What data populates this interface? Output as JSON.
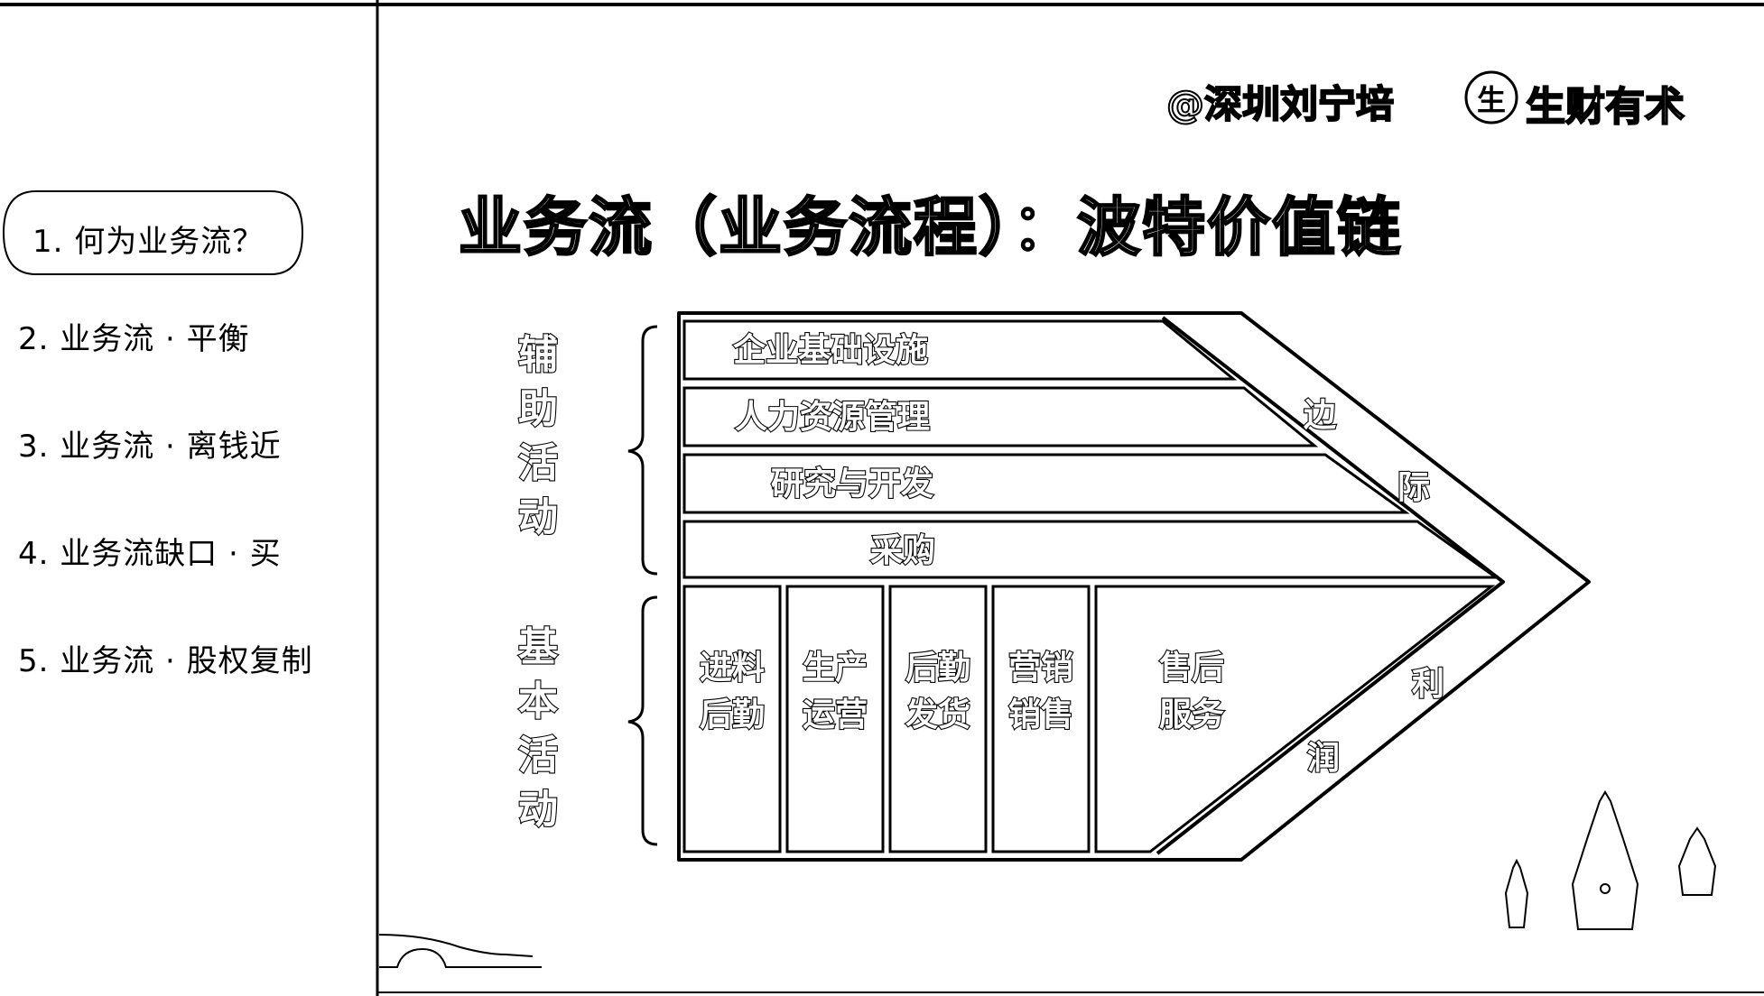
{
  "sidebar": {
    "items": [
      {
        "label": "1. 何为业务流？",
        "active": true
      },
      {
        "label": "2. 业务流 · 平衡"
      },
      {
        "label": "3. 业务流 · 离钱近"
      },
      {
        "label": "4. 业务流缺口 · 买"
      },
      {
        "label": "5. 业务流 · 股权复制"
      }
    ]
  },
  "header": {
    "author": "@深圳刘宁培",
    "brand_logo_text": "生财有术",
    "brand_seal_char": "生"
  },
  "slide": {
    "title": "业务流（业务流程）：波特价值链"
  },
  "diagram": {
    "support_group_label": [
      "辅",
      "助",
      "活",
      "动"
    ],
    "primary_group_label": [
      "基",
      "本",
      "活",
      "动"
    ],
    "support_activities": [
      "企业基础设施",
      "人力资源管理",
      "研究与开发",
      "采购"
    ],
    "primary_activities": [
      [
        "进料",
        "后勤"
      ],
      [
        "生产",
        "运营"
      ],
      [
        "后勤",
        "发货"
      ],
      [
        "营销",
        "销售"
      ],
      [
        "售后",
        "服务"
      ]
    ],
    "margin_upper": [
      "边",
      "际"
    ],
    "margin_lower": [
      "利",
      "润"
    ]
  }
}
